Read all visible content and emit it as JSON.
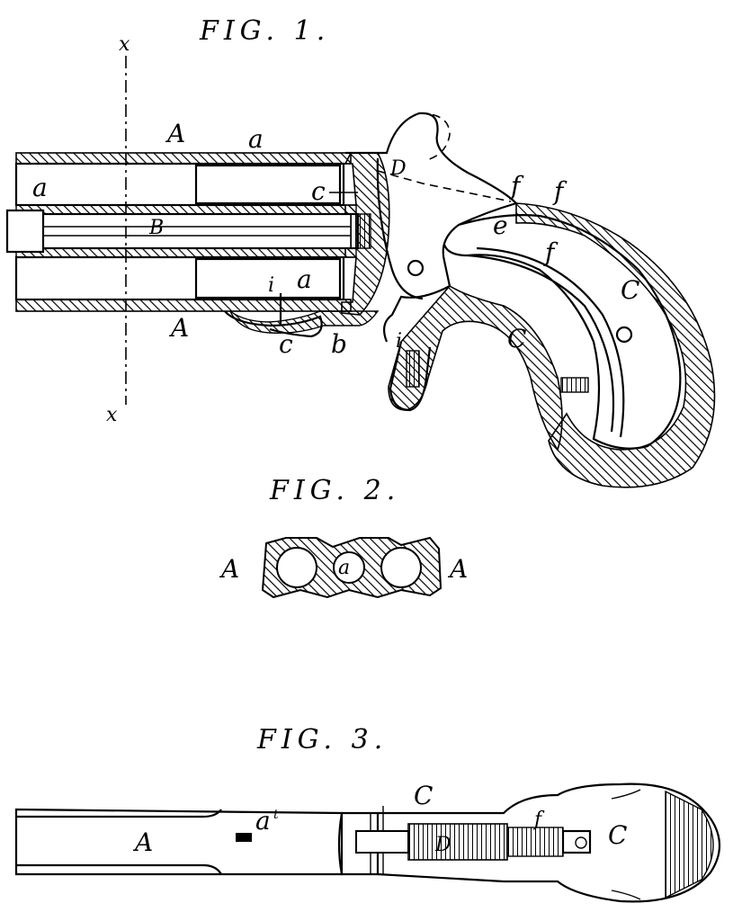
{
  "fig1": {
    "title": "FIG. 1.",
    "labels": {
      "x_top": "x",
      "x_bottom": "x",
      "A_top": "A",
      "a_top": "a",
      "D": "D",
      "f1": "f",
      "f2": "f",
      "a_left": "a",
      "c_chamber": "c",
      "B": "B",
      "e": "e",
      "f3": "f",
      "i": "i",
      "a_lower": "a",
      "C_grip": "C",
      "A_bottom": "A",
      "c_trigger": "c",
      "b": "b",
      "i_lower": "i",
      "C_lower": "C"
    }
  },
  "fig2": {
    "title": "FIG. 2.",
    "labels": {
      "A_left": "A",
      "a_center": "a",
      "A_right": "A"
    }
  },
  "fig3": {
    "title": "FIG. 3.",
    "labels": {
      "C_top": "C",
      "A": "A",
      "a_sup": "a",
      "a_sup_mark": "t",
      "D": "D",
      "f": "f",
      "C_right": "C"
    }
  }
}
